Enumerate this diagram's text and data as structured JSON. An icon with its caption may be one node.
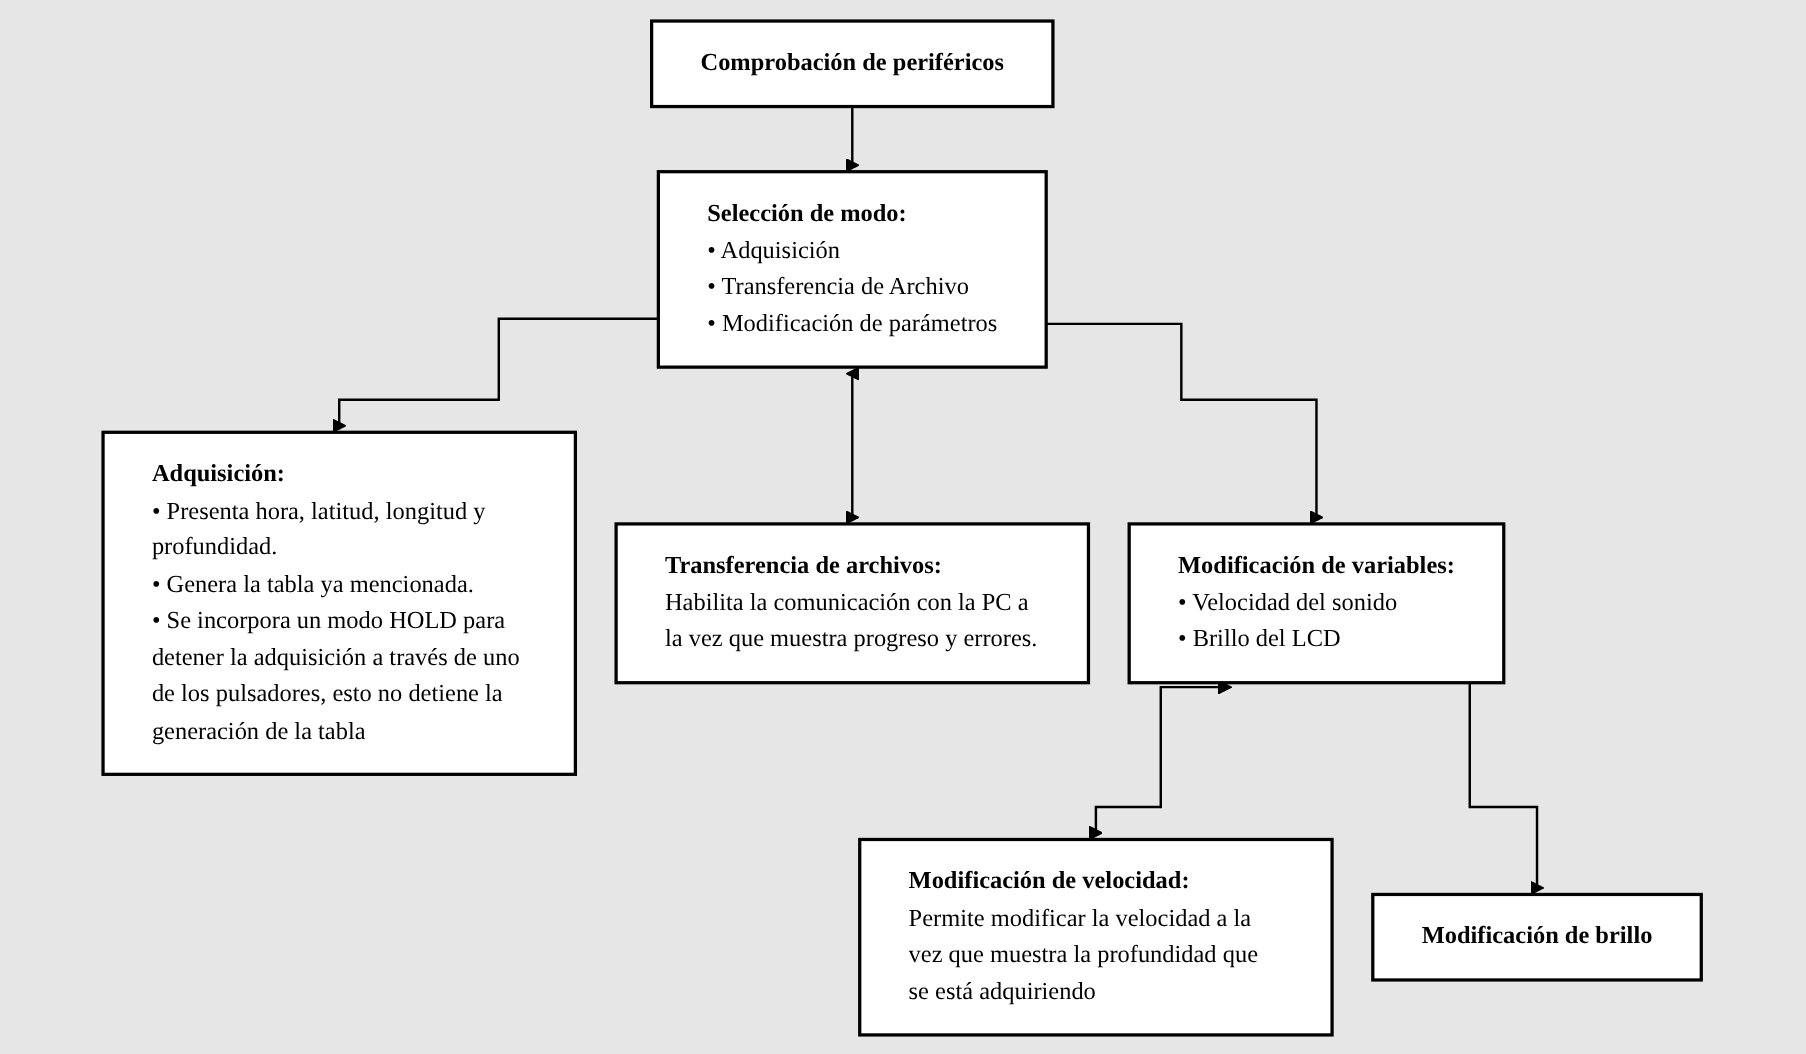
{
  "diagram": {
    "nodes": [
      {
        "text": [
          "Comprobación de periféricos"
        ]
      },
      {
        "text": [
          "Selección de modo:",
          "• Adquisición",
          "• Transferencia de Archivo",
          "• Modificación de parámetros"
        ]
      },
      {
        "text": [
          "Adquisición:",
          "• Presenta hora, latitud, longitud y profundidad.",
          "• Genera la tabla ya mencionada.",
          "• Se incorpora un modo HOLD para detener la adquisición a través de uno de los pulsadores, esto no detiene la generación de la tabla"
        ]
      },
      {
        "text": [
          "Transferencia de archivos:",
          "Habilita la comunicación con la PC a la vez que muestra progreso y errores."
        ]
      },
      {
        "text": [
          "Modificación de variables:",
          "• Velocidad del sonido",
          "• Brillo del LCD"
        ]
      },
      {
        "text": [
          "Modificación de velocidad:",
          "Permite modificar la velocidad a la vez que muestra la profundidad que se está adquiriendo"
        ]
      },
      {
        "text": [
          "Modificación de brillo"
        ]
      }
    ],
    "edges": [
      {
        "from": 0,
        "to": 1,
        "arrow": "to"
      },
      {
        "from": 1,
        "to": 2,
        "arrow": "to"
      },
      {
        "from": 1,
        "to": 3,
        "arrow": "both"
      },
      {
        "from": 1,
        "to": 4,
        "arrow": "to"
      },
      {
        "from": 4,
        "to": 5,
        "arrow": "both"
      },
      {
        "from": 4,
        "to": 6,
        "arrow": "to"
      }
    ]
  }
}
